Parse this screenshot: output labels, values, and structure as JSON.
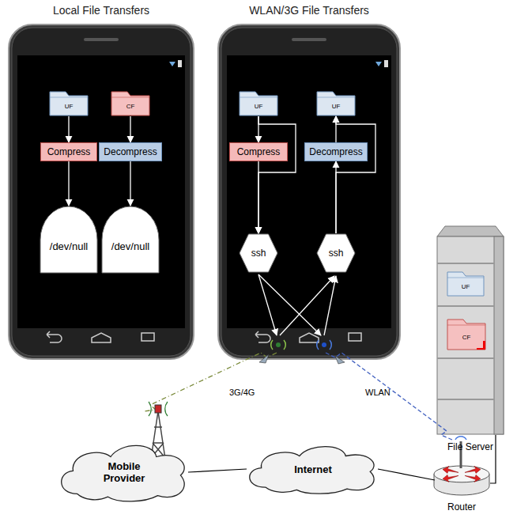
{
  "diagram": {
    "nodes": [
      {
        "text": [
          "Local File Transfers"
        ]
      },
      {
        "text": [
          "UF"
        ],
        "in": 0
      },
      {
        "text": [
          "CF"
        ],
        "in": 0
      },
      {
        "text": [
          "Compress"
        ],
        "in": 0
      },
      {
        "text": [
          "Decompress"
        ],
        "in": 0
      },
      {
        "text": [
          "/dev/null"
        ],
        "in": 0
      },
      {
        "text": [
          "/dev/null"
        ],
        "in": 0
      },
      {
        "text": [
          "WLAN/3G File Transfers"
        ]
      },
      {
        "text": [
          "UF"
        ],
        "in": 7
      },
      {
        "text": [
          "UF"
        ],
        "in": 7
      },
      {
        "text": [
          "Compress"
        ],
        "in": 7
      },
      {
        "text": [
          "Decompress"
        ],
        "in": 7
      },
      {
        "text": [
          "ssh"
        ],
        "in": 7
      },
      {
        "text": [
          "ssh"
        ],
        "in": 7
      },
      {
        "text": [
          "File Server"
        ]
      },
      {
        "text": [
          "UF"
        ],
        "in": 14
      },
      {
        "text": [
          "CF"
        ],
        "in": 14
      },
      {
        "text": [
          "Mobile Provider"
        ]
      },
      {
        "text": [
          "Internet"
        ]
      },
      {
        "text": [
          "Router"
        ]
      }
    ],
    "edges": [
      {
        "from": 1,
        "to": 3,
        "arrow": "to"
      },
      {
        "from": 3,
        "to": 5,
        "arrow": "to"
      },
      {
        "from": 2,
        "to": 4,
        "arrow": "to"
      },
      {
        "from": 4,
        "to": 6,
        "arrow": "to"
      },
      {
        "from": 8,
        "to": 10,
        "arrow": "to"
      },
      {
        "from": 10,
        "to": 12,
        "arrow": "to"
      },
      {
        "from": 8,
        "to": 12,
        "arrow": "to"
      },
      {
        "from": 13,
        "to": 11,
        "arrow": "to"
      },
      {
        "from": 11,
        "to": 9,
        "arrow": "to"
      },
      {
        "from": 13,
        "to": 9,
        "arrow": "to"
      },
      {
        "from": 17,
        "to": 18,
        "arrow": "none"
      },
      {
        "from": 18,
        "to": 19,
        "arrow": "none"
      },
      {
        "from": 19,
        "to": 14,
        "arrow": "none"
      }
    ],
    "labels": [
      "3G/4G",
      "WLAN"
    ]
  }
}
